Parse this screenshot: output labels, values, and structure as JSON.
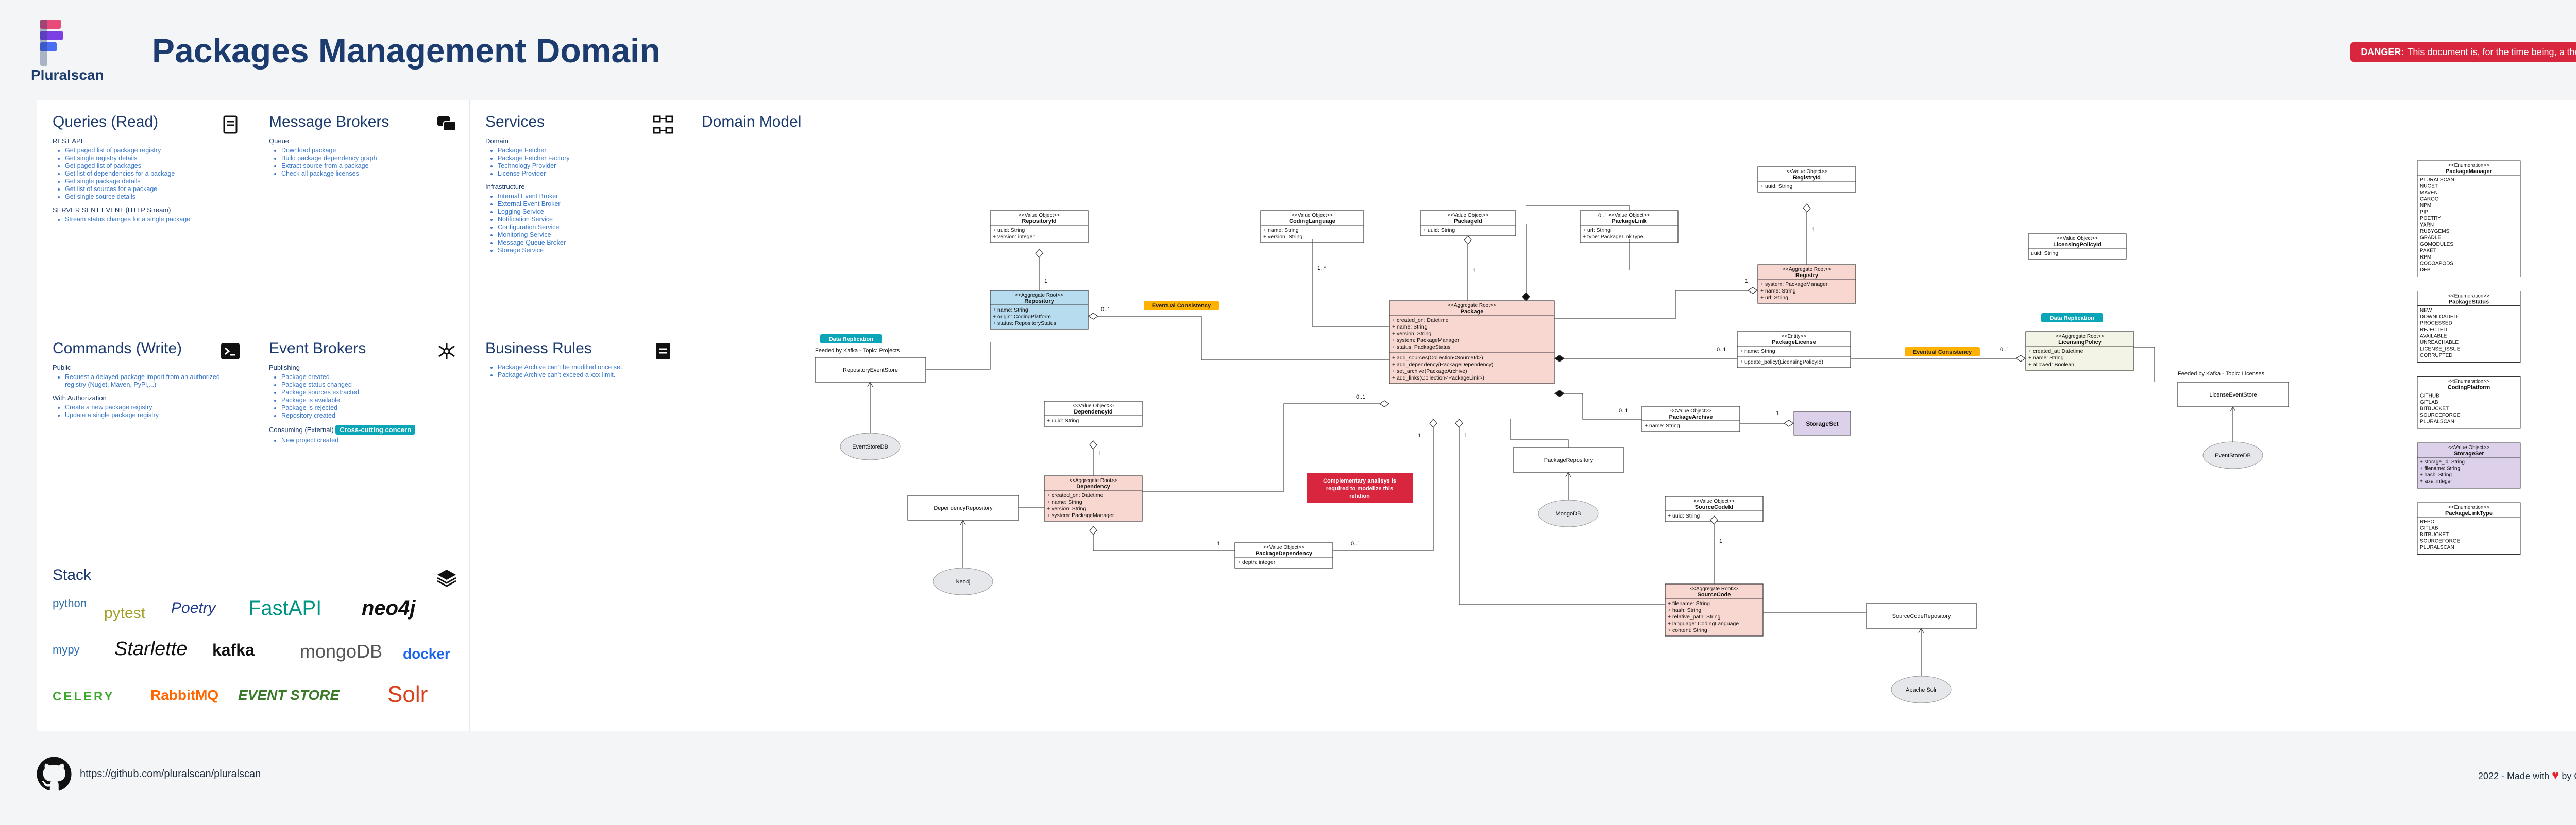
{
  "header": {
    "logo_text": "Pluralscan",
    "title": "Packages Management Domain",
    "danger_label": "DANGER:",
    "danger_text": "This document is, for the time being, a theorical draft."
  },
  "panels": {
    "queries": {
      "title": "Queries (Read)",
      "rest_label": "REST API",
      "rest_items": [
        "Get paged list of package registry",
        "Get single registry details",
        "Get paged list of packages",
        "Get list of dependencies for a package",
        "Get single package details",
        "Get list of sources for a package",
        "Get single source details"
      ],
      "sse_label": "SERVER SENT EVENT (HTTP Stream)",
      "sse_items": [
        "Stream status changes for a single package"
      ]
    },
    "brokers": {
      "title": "Message Brokers",
      "queue_label": "Queue",
      "queue_items": [
        "Download package",
        "Build package dependency graph",
        "Extract source from a package",
        "Check all package licenses"
      ]
    },
    "services": {
      "title": "Services",
      "domain_label": "Domain",
      "domain_items": [
        "Package Fetcher",
        "Package Fetcher Factory",
        "Technology Provider",
        "License Provider"
      ],
      "infra_label": "Infrastructure",
      "infra_items": [
        "Internal Event Broker",
        "External Event Broker",
        "Logging Service",
        "Notification Service",
        "Configuration Service",
        "Monitoring Service",
        "Message Queue Broker",
        "Storage Service"
      ]
    },
    "commands": {
      "title": "Commands (Write)",
      "public_label": "Public",
      "public_items": [
        "Request a delayed package import from an authorized registry (Nuget, Maven, PyPi,...)"
      ],
      "auth_label": "With Authorization",
      "auth_items": [
        "Create a new package registry",
        "Update a single package registry"
      ]
    },
    "events": {
      "title": "Event Brokers",
      "publishing_label": "Publishing",
      "publishing_items": [
        "Package created",
        "Package status changed",
        "Package sources extracted",
        "Package is available",
        "Package is rejected",
        "Repository created"
      ],
      "consuming_label": "Consuming (External)",
      "consuming_badge": "Cross-cutting concern",
      "consuming_items": [
        "New project created"
      ]
    },
    "rules": {
      "title": "Business Rules",
      "items": [
        "Package Archive can't be modified once set.",
        "Package Archive can't exceed a xxx limit."
      ]
    },
    "stack": {
      "title": "Stack",
      "items": [
        "python",
        "pytest",
        "Poetry",
        "FastAPI",
        "neo4j",
        "mypy",
        "Starlette",
        "kafka",
        "mongoDB",
        "docker",
        "CELERY",
        "RabbitMQ",
        "EVENT STORE",
        "Solr"
      ]
    }
  },
  "domain_model": {
    "title": "Domain Model",
    "badges": {
      "data_replication": "Data Replication",
      "eventual_consistency": "Eventual Consistency",
      "complementary": "Complementary analisys is required to modelize this relation"
    },
    "captions": {
      "kafka_projects": "Feeded by Kafka - Topic: Projects",
      "kafka_licenses": "Feeded by Kafka - Topic: Licenses"
    },
    "boxes": {
      "repo_id": {
        "stereo": "<<Value Object>>",
        "name": "RepositoryId",
        "attrs": [
          "+ uuid: String",
          "+ version: integer"
        ]
      },
      "repository": {
        "stereo": "<<Aggregate Root>>",
        "name": "Repository",
        "attrs": [
          "+ name: String",
          "+ origin: CodingPlatform",
          "+ status: RepositoryStatus"
        ]
      },
      "coding_language": {
        "stereo": "<<Value Object>>",
        "name": "CodingLanguage",
        "attrs": [
          "+ name: String",
          "+ version: String"
        ]
      },
      "package_id": {
        "stereo": "<<Value Object>>",
        "name": "PackageId",
        "attrs": [
          "+ uuid: String"
        ]
      },
      "package_link": {
        "stereo": "<<Value Object>>",
        "name": "PackageLink",
        "attrs": [
          "+ url: String",
          "+ type: PackageLinkType"
        ]
      },
      "registry_id": {
        "stereo": "<<Value Object>>",
        "name": "RegistryId",
        "attrs": [
          "+ uuid: String"
        ]
      },
      "registry": {
        "stereo": "<<Aggregate Root>>",
        "name": "Registry",
        "attrs": [
          "+ system: PackageManager",
          "+ name: String",
          "+ url: String"
        ]
      },
      "licensing_policy_id": {
        "stereo": "<<Value Object>>",
        "name": "LicensingPolicyId",
        "attrs": [
          "uuid: String"
        ]
      },
      "package": {
        "stereo": "<<Aggregate Root>>",
        "name": "Package",
        "attrs": [
          "+ created_on: Datetime",
          "+ name: String",
          "+ version: String",
          "+ system: PackageManager",
          "+ status: PackageStatus"
        ],
        "methods": [
          "+ add_sources(Collection<SourceId>)",
          "+ add_dependency(PackageDependency)",
          "+ set_archive(PackageArchive)",
          "+ add_links(Collection<PackageLink>)"
        ]
      },
      "package_license": {
        "stereo": "<<Entity>>",
        "name": "PackageLicense",
        "attrs": [
          "+ name: String"
        ],
        "methods": [
          "+ update_policy(LicensingPolicyId)"
        ]
      },
      "licensing_policy": {
        "stereo": "<<Aggregate Root>>",
        "name": "LicensingPolicy",
        "attrs": [
          "+ created_at: Datetime",
          "+ name: String",
          "+ allowed: Boolean"
        ]
      },
      "dependency_id": {
        "stereo": "<<Value Object>>",
        "name": "DependencyId",
        "attrs": [
          "+ uuid: String"
        ]
      },
      "dependency": {
        "stereo": "<<Aggregate Root>>",
        "name": "Dependency",
        "attrs": [
          "+ created_on: Datetime",
          "+ name: String",
          "+ version: String",
          "+ system: PackageManager"
        ]
      },
      "package_archive": {
        "stereo": "<<Value Object>>",
        "name": "PackageArchive",
        "attrs": [
          "+ name: String"
        ]
      },
      "package_dependency": {
        "stereo": "<<Value Object>>",
        "name": "PackageDependency",
        "attrs": [
          "+ depth: integer"
        ]
      },
      "source_code_id": {
        "stereo": "<<Value Object>>",
        "name": "SourceCodeId",
        "attrs": [
          "+ uuid: String"
        ]
      },
      "source_code": {
        "stereo": "<<Aggregate Root>>",
        "name": "SourceCode",
        "attrs": [
          "+ filename: String",
          "+ hash: String",
          "+ relative_path: String",
          "+ language: CodingLanguage",
          "+ content: String"
        ]
      },
      "storage_set": {
        "name": "StorageSet"
      }
    },
    "repositories": {
      "repository_event_store": "RepositoryEventStore",
      "dependency_repository": "DependencyRepository",
      "package_repository": "PackageRepository",
      "source_code_repository": "SourceCodeRepository",
      "license_event_store": "LicenseEventStore"
    },
    "stores": {
      "eventstore_left": "EventStoreDB",
      "eventstore_right": "EventStoreDB",
      "neo4j": "Neo4j",
      "mongodb": "MongoDB",
      "solr": "Apache Solr"
    },
    "multiplicities": {
      "zero_one": "0..1",
      "one": "1",
      "one_many": "1..*"
    },
    "enums": [
      {
        "stereo": "<<Enumeration>>",
        "name": "PackageManager",
        "values": [
          "PLURALSCAN",
          "NUGET",
          "MAVEN",
          "CARGO",
          "NPM",
          "PIP",
          "POETRY",
          "YARN",
          "RUBYGEMS",
          "GRADLE",
          "GOMODULES",
          "PAKET",
          "RPM",
          "COCOAPODS",
          "DEB"
        ]
      },
      {
        "stereo": "<<Enumeration>>",
        "name": "PackageStatus",
        "values": [
          "NEW",
          "DOWNLOADED",
          "PROCESSED",
          "REJECTED",
          "AVAILABLE",
          "UNREACHABLE",
          "LICENSE_ISSUE",
          "CORRUPTED"
        ]
      },
      {
        "stereo": "<<Enumeration>>",
        "name": "CodingPlatform",
        "values": [
          "GITHUB",
          "GITLAB",
          "BITBUCKET",
          "SOURCEFORGE",
          "PLURALSCAN"
        ]
      },
      {
        "stereo": "<<Value Object>>",
        "name": "StorageSet",
        "values": [
          "+ storage_id: String",
          "+ filename: String",
          "+ hash: String",
          "+ size: integer"
        ]
      },
      {
        "stereo": "<<Enumeration>>",
        "name": "PackageLinkType",
        "values": [
          "REPO",
          "GITLAB",
          "BITBUCKET",
          "SOURCEFORGE",
          "PLURALSCAN"
        ]
      }
    ]
  },
  "footer": {
    "link": "https://github.com/pluralscan/pluralscan",
    "credit_prefix": "2022 - Made with",
    "credit_suffix": "by Gromat Luidgi"
  }
}
